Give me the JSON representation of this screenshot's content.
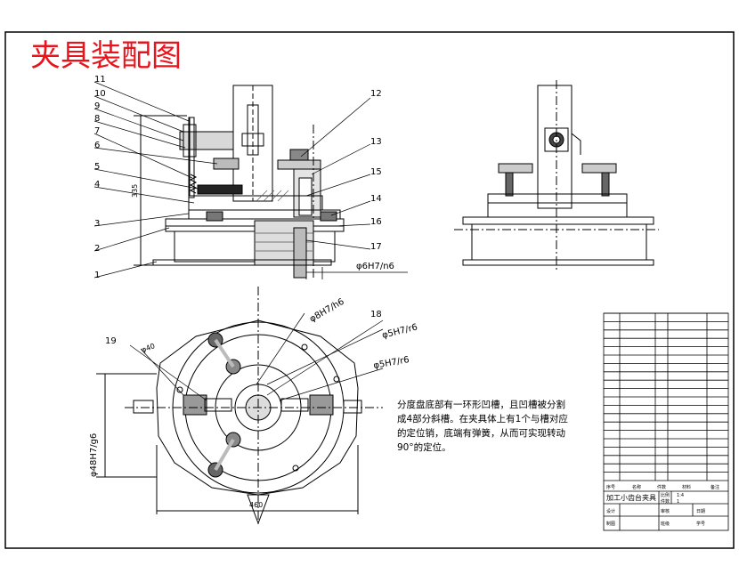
{
  "title": "夹具装配图",
  "callouts": [
    "1",
    "2",
    "3",
    "4",
    "5",
    "6",
    "7",
    "8",
    "9",
    "10",
    "11",
    "12",
    "13",
    "14",
    "15",
    "16",
    "17",
    "18",
    "19"
  ],
  "dimensions": {
    "height_335": "335",
    "bore_fit": "φ6H7/n6",
    "pin_fit_1": "φ8H7/h6",
    "pin_fit_2": "φ5H7/r6",
    "pin_fit_3": "φ5H7/r6",
    "dia_40": "φ40",
    "dia_48_fit": "φ48H7/g6",
    "width_460": "460"
  },
  "note_lines": [
    "分度盘底部有一环形凹槽，且凹槽被分割",
    "成4部分斜槽。在夹具体上有1个与槽对应",
    "的定位销，底端有弹簧，从而可实现转动",
    "90°的定位。"
  ],
  "title_block": {
    "part_name": "加工小齿台夹具",
    "scale_label": "比例",
    "scale_value": "1:4",
    "qty_label": "件数",
    "qty_value": "1",
    "designer": "设计",
    "checker": "审核",
    "drawn": "制图",
    "date": "日期",
    "school": "班级",
    "student_no": "学号"
  },
  "bom_header": [
    "序号",
    "名称",
    "件数",
    "材料",
    "备注"
  ]
}
